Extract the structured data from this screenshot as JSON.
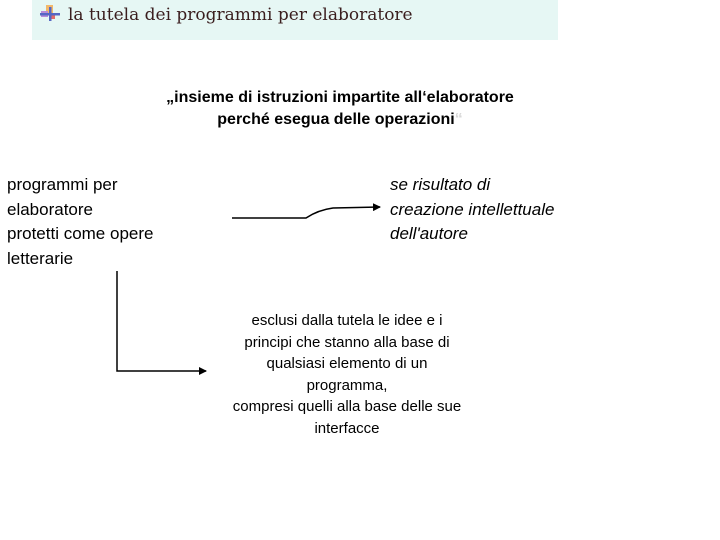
{
  "header": {
    "title": "la tutela dei programmi per elaboratore",
    "icon": "bullet-blocks-icon"
  },
  "definition": {
    "line1": "„insieme di istruzioni impartite all‘elaboratore",
    "line2": "perché esegua delle operazioni",
    "closing_quote": "“"
  },
  "left": {
    "lines": [
      "programmi per",
      "elaboratore",
      "protetti come opere",
      "letterarie"
    ]
  },
  "right": {
    "lines": [
      "se risultato di",
      "creazione intellettuale",
      "dell'autore"
    ]
  },
  "bottom": {
    "lines": [
      "esclusi dalla tutela le idee e i",
      "principi che stanno alla base di",
      "qualsiasi elemento di un",
      "programma,",
      "compresi quelli alla base delle sue",
      "interfacce"
    ]
  }
}
